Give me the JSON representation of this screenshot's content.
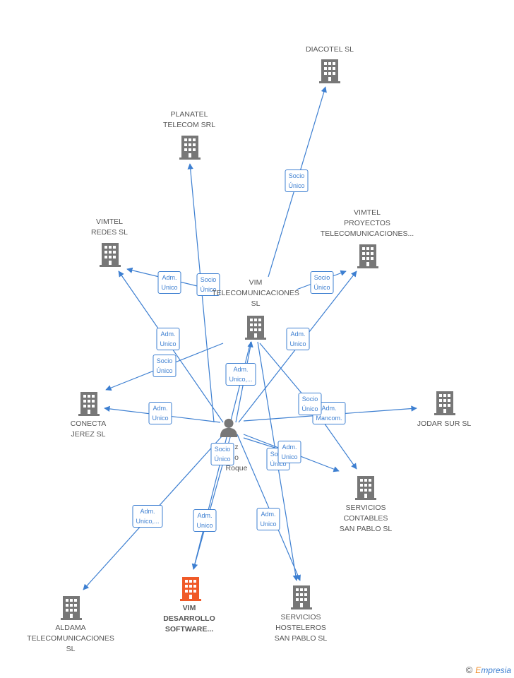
{
  "colors": {
    "edge": "#3d7fd1",
    "building": "#777777",
    "focus_building": "#f05a28"
  },
  "nodes": [
    {
      "id": "diacotel",
      "icon": "building-icon",
      "label": [
        "DIACOTEL SL"
      ]
    },
    {
      "id": "planatel",
      "icon": "building-icon",
      "label": [
        "PLANATEL",
        "TELECOM SRL"
      ]
    },
    {
      "id": "vimtel_redes",
      "icon": "building-icon",
      "label": [
        "VIMTEL",
        "REDES SL"
      ]
    },
    {
      "id": "vimtel_proyectos",
      "icon": "building-icon",
      "label": [
        "VIMTEL",
        "PROYECTOS",
        "TELECOMUNICACIONES..."
      ]
    },
    {
      "id": "vim_telecom",
      "icon": "building-icon",
      "label": [
        "VIM",
        "TELECOMUNICACIONES",
        "SL"
      ]
    },
    {
      "id": "conecta_jerez",
      "icon": "building-icon",
      "label": [
        "CONECTA",
        "JEREZ SL"
      ]
    },
    {
      "id": "jodar_sur",
      "icon": "building-icon",
      "label": [
        "JODAR SUR SL"
      ]
    },
    {
      "id": "person",
      "icon": "person-icon",
      "label": [
        "z",
        "o",
        "Roque"
      ]
    },
    {
      "id": "servicios_contables",
      "icon": "building-icon",
      "label": [
        "SERVICIOS",
        "CONTABLES",
        "SAN PABLO SL"
      ]
    },
    {
      "id": "aldama",
      "icon": "building-icon",
      "label": [
        "ALDAMA",
        "TELECOMUNICACIONES",
        "SL"
      ]
    },
    {
      "id": "vim_desarrollo",
      "icon": "building-icon",
      "focus": true,
      "label": [
        "VIM",
        "DESARROLLO",
        "SOFTWARE..."
      ]
    },
    {
      "id": "servicios_hosteleros",
      "icon": "building-icon",
      "label": [
        "SERVICIOS",
        "HOSTELEROS",
        "SAN PABLO SL"
      ]
    }
  ],
  "edge_labels": [
    [
      "Socio",
      "Único"
    ],
    [
      "Socio",
      "Único"
    ],
    [
      "Adm.",
      "Unico"
    ],
    [
      "Socio",
      "Único"
    ],
    [
      "Adm.",
      "Unico"
    ],
    [
      "Adm.",
      "Unico"
    ],
    [
      "Socio",
      "Único"
    ],
    [
      "Adm.",
      "Unico,..."
    ],
    [
      "Adm.",
      "Unico"
    ],
    [
      "Adm.",
      "Mancom."
    ],
    [
      "Socio",
      "Único"
    ],
    [
      "Socio",
      "Único"
    ],
    [
      "Adm.",
      "Unico"
    ],
    [
      "Socio",
      "Único"
    ],
    [
      "Adm.",
      "Unico,..."
    ],
    [
      "Adm.",
      "Unico"
    ],
    [
      "Adm.",
      "Unico"
    ]
  ],
  "brand": {
    "copyright": "©",
    "first_letter": "E",
    "rest": "mpresia"
  }
}
